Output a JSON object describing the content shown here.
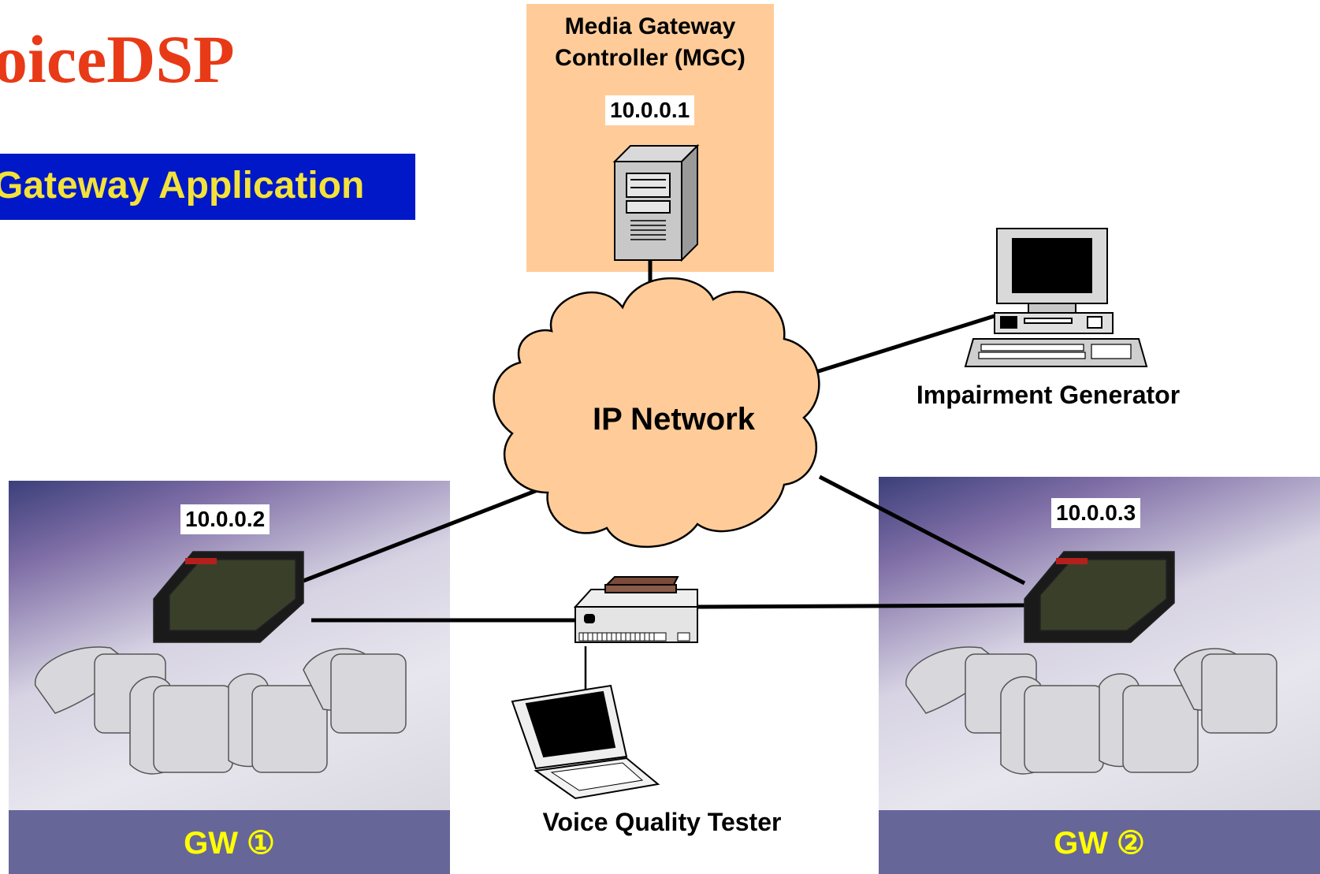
{
  "header": {
    "title": "oiceDSP",
    "subtitle": "Gateway Application"
  },
  "mgc": {
    "label": "Media Gateway\nController (MGC)",
    "ip": "10.0.0.1"
  },
  "network": {
    "label": "IP Network"
  },
  "impairment": {
    "label": "Impairment Generator"
  },
  "tester": {
    "label": "Voice Quality Tester"
  },
  "gateways": [
    {
      "ip": "10.0.0.2",
      "label": "GW ①"
    },
    {
      "ip": "10.0.0.3",
      "label": "GW ②"
    }
  ],
  "colors": {
    "title": "#e83a17",
    "subtitle_bg": "#0018c8",
    "subtitle_text": "#f3e23a",
    "mgc_bg": "#ffcc99",
    "cloud": "#ffcc99",
    "gw_band": "#666699",
    "gw_text": "#ffff00"
  }
}
